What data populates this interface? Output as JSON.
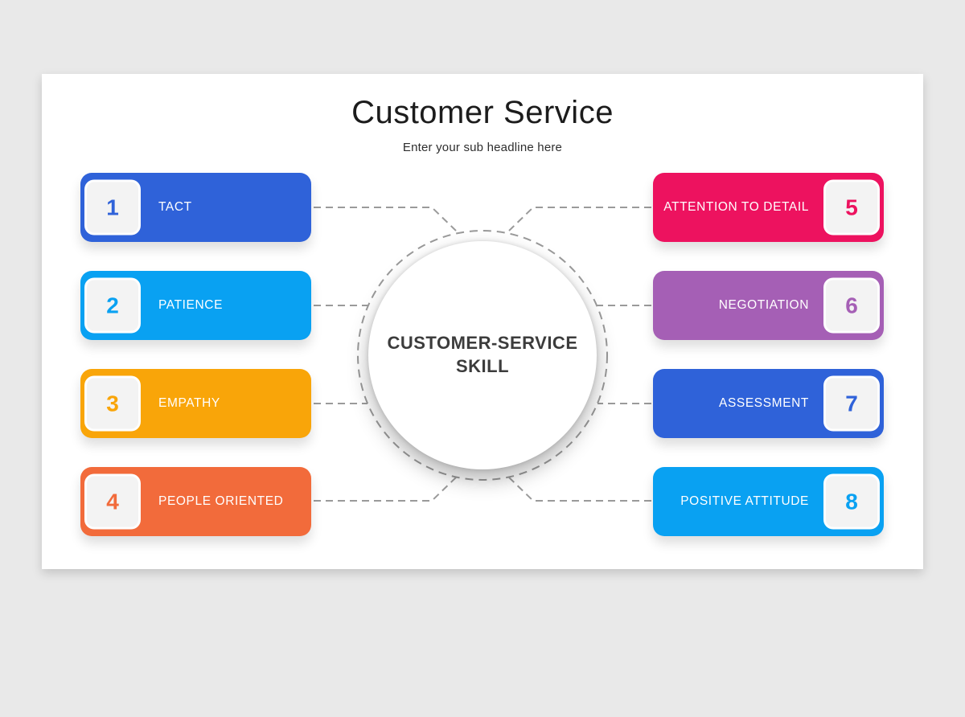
{
  "slide": {
    "title": "Customer Service",
    "subtitle": "Enter your sub headline here",
    "center_label": "CUSTOMER-SERVICE SKILL"
  },
  "items_left": [
    {
      "number": "1",
      "label": "TACT",
      "color": "#2F62D9"
    },
    {
      "number": "2",
      "label": "PATIENCE",
      "color": "#09A1F2"
    },
    {
      "number": "3",
      "label": "EMPATHY",
      "color": "#F9A509"
    },
    {
      "number": "4",
      "label": "PEOPLE ORIENTED",
      "color": "#F26B3B"
    }
  ],
  "items_right": [
    {
      "number": "5",
      "label": "ATTENTION TO DETAIL",
      "color": "#ED125F"
    },
    {
      "number": "6",
      "label": "NEGOTIATION",
      "color": "#A55FB5"
    },
    {
      "number": "7",
      "label": "ASSESSMENT",
      "color": "#2F62D9"
    },
    {
      "number": "8",
      "label": "POSITIVE ATTITUDE",
      "color": "#09A1F2"
    }
  ],
  "colors": {
    "connector": "#9A9A9A",
    "page_background": "#E9E9E9",
    "badge_fill": "#F3F3F3"
  }
}
